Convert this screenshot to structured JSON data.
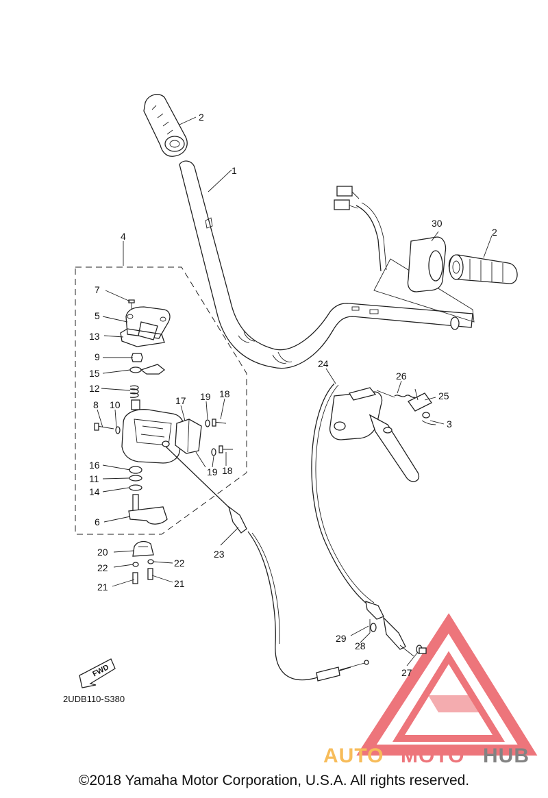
{
  "diagram": {
    "callouts": [
      "1",
      "2",
      "2",
      "3",
      "4",
      "5",
      "6",
      "7",
      "8",
      "9",
      "10",
      "11",
      "12",
      "13",
      "14",
      "15",
      "16",
      "17",
      "18",
      "18",
      "19",
      "19",
      "20",
      "21",
      "21",
      "22",
      "22",
      "23",
      "24",
      "25",
      "26",
      "27",
      "28",
      "29",
      "30"
    ],
    "fwd_label": "FWD",
    "diagram_code": "2UDB110-S380"
  },
  "watermark": {
    "text_auto": "AUTO",
    "text_moto": "MOTO",
    "text_hub": "HUB",
    "colors": {
      "triangle": "#e8484f",
      "auto": "#f5a623",
      "moto": "#e8484f",
      "hub": "#5a5a5a"
    }
  },
  "footer": {
    "copyright": "©2018 Yamaha Motor Corporation, U.S.A. All rights reserved."
  }
}
